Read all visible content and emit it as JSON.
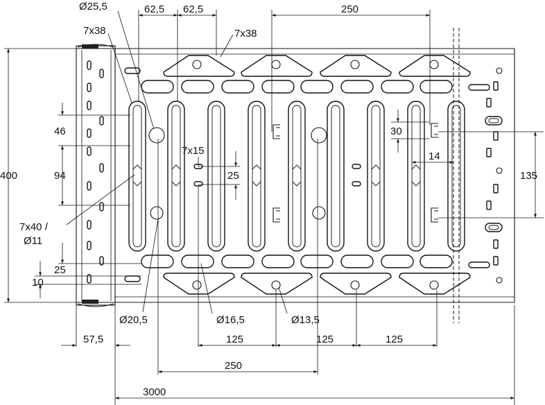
{
  "drawing": {
    "labels": {
      "d25_5": "Ø25,5",
      "dim62_5_a": "62,5",
      "dim62_5_b": "62,5",
      "dim250_top": "250",
      "slot7x38_a": "7x38",
      "slot7x38_b": "7x38",
      "dim400": "400",
      "dim46": "46",
      "dim94": "94",
      "slot7x15": "7x15",
      "dim25_mid": "25",
      "dim30": "30",
      "dim14": "14",
      "dim135": "135",
      "slot7x40": "7x40 /",
      "d11": "Ø11",
      "dim25_low": "25",
      "dim10": "10",
      "d20_5": "Ø20,5",
      "d16_5": "Ø16,5",
      "d13_5": "Ø13,5",
      "dim57_5": "57,5",
      "dim125_a": "125",
      "dim125_b": "125",
      "dim125_c": "125",
      "dim250_bottom": "250",
      "dim3000": "3000"
    }
  }
}
